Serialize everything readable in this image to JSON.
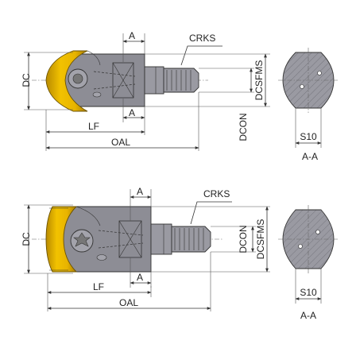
{
  "top_view": {
    "dim_a_top": "A",
    "dim_a_bottom": "A",
    "dim_crks": "CRKS",
    "dim_dc": "DC",
    "dim_dcsfms": "DCSFMS",
    "dim_dcon": "DCON",
    "dim_lf": "LF",
    "dim_oal": "OAL",
    "section_width": "S10",
    "section_label": "A-A"
  },
  "bottom_view": {
    "dim_a_top": "A",
    "dim_a_bottom": "A",
    "dim_crks": "CRKS",
    "dim_dc": "DC",
    "dim_dcon": "DCON",
    "dim_dcsfms": "DCSFMS",
    "dim_lf": "LF",
    "dim_oal": "OAL",
    "section_width": "S10",
    "section_label": "A-A"
  },
  "colors": {
    "insert_gold": "#e8b400",
    "body_grey": "#8d8d95",
    "section_hatch": "#9a9aa2"
  }
}
